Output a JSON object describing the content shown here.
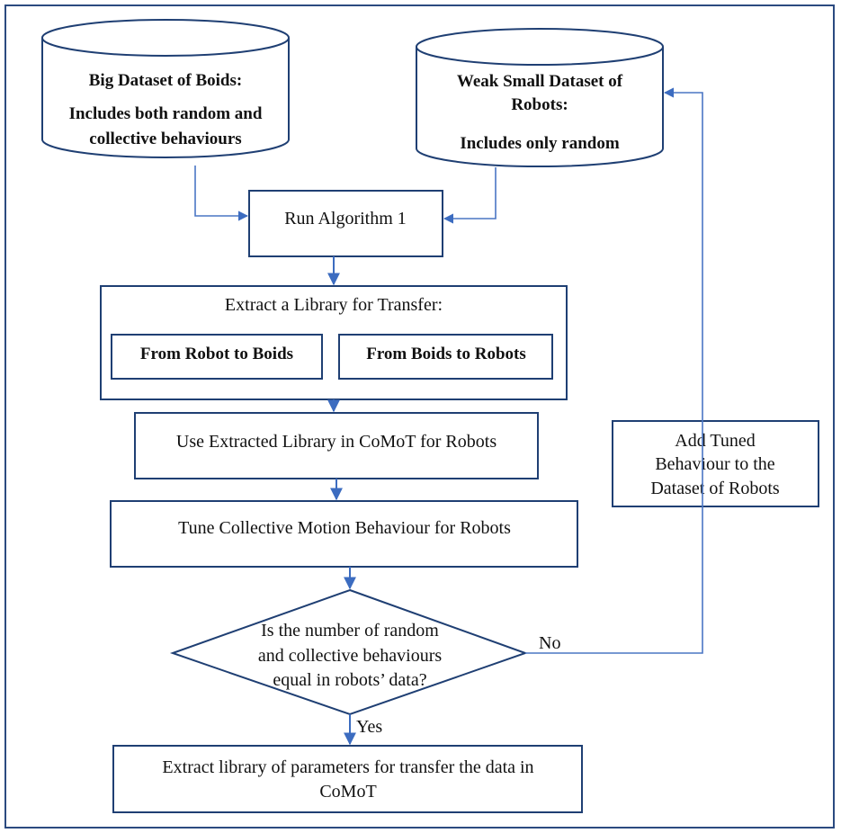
{
  "nodes": {
    "big_dataset": {
      "title": "Big Dataset of Boids:",
      "line1": "Includes both random and",
      "line2": "collective behaviours"
    },
    "weak_dataset": {
      "line1": "Weak Small Dataset of",
      "line2": "Robots:",
      "line3": "Includes only random"
    },
    "run_algorithm": {
      "label": "Run Algorithm 1"
    },
    "extract_library": {
      "label": "Extract a Library for Transfer:"
    },
    "robot_to_boids": {
      "label": "From Robot to Boids"
    },
    "boids_to_robots": {
      "label": "From Boids to Robots"
    },
    "use_library": {
      "label": "Use Extracted Library in CoMoT for Robots"
    },
    "tune_behaviour": {
      "label": "Tune Collective Motion Behaviour for Robots"
    },
    "decision": {
      "line1": "Is the number of random",
      "line2": "and collective behaviours",
      "line3": "equal in robots’ data?"
    },
    "add_tuned": {
      "line1": "Add Tuned",
      "line2": "Behaviour to the",
      "line3": "Dataset of Robots"
    },
    "extract_params": {
      "line1": "Extract library of parameters for transfer the data in",
      "line2": "CoMoT"
    }
  },
  "edge_labels": {
    "no": "No",
    "yes": "Yes"
  },
  "colors": {
    "box_border": "#1f3f73",
    "arrow": "#4a76c4",
    "frame": "#2b4a80"
  }
}
